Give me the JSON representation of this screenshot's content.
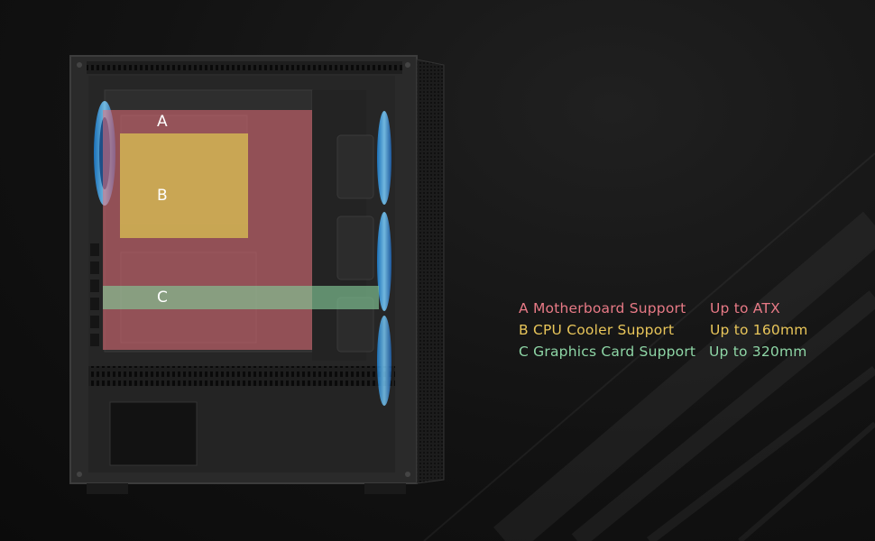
{
  "zones": [
    {
      "letter": "A",
      "name": "Motherboard Support",
      "value": "Up to ATX",
      "color": "#e87a86"
    },
    {
      "letter": "B",
      "name": "CPU Cooler Support",
      "value": "Up to 160mm",
      "color": "#e9c65a"
    },
    {
      "letter": "C",
      "name": "Graphics Card Support",
      "value": "Up to 320mm",
      "color": "#8ed6a6"
    }
  ],
  "icons": {
    "fan": "fan-icon",
    "case": "pc-case-illustration"
  }
}
